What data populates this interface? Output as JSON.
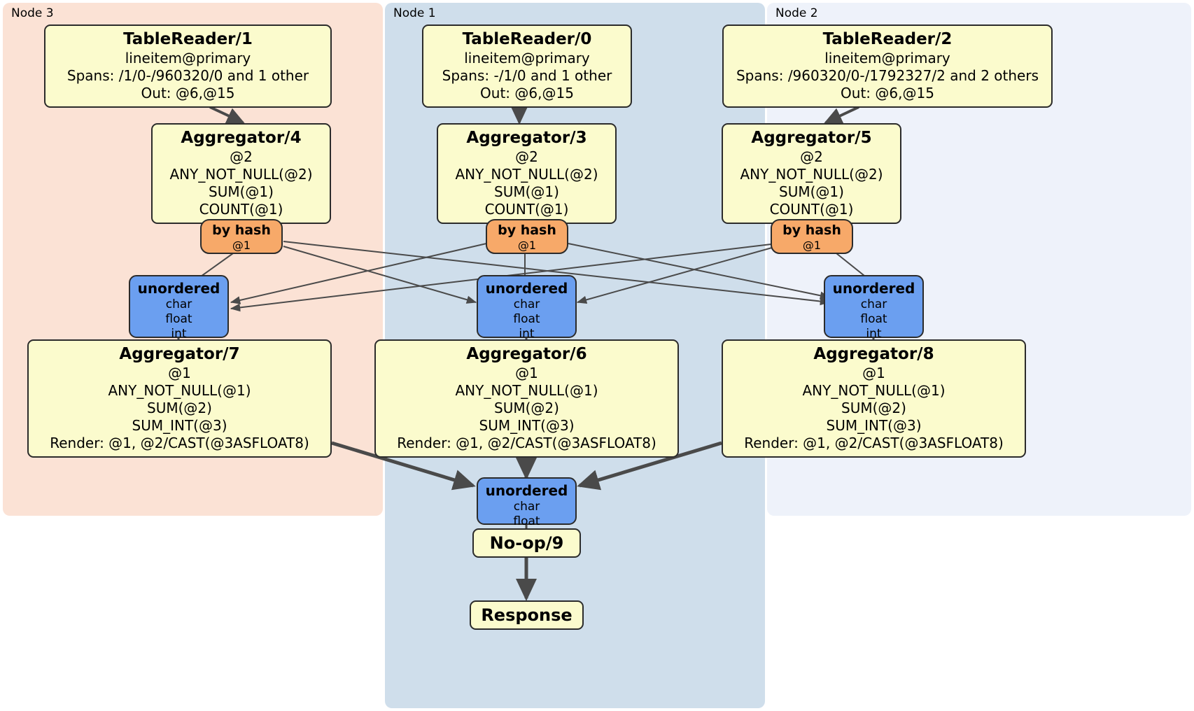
{
  "diagram": {
    "type": "distsql-flow",
    "colors": {
      "node3_panel": "#fbe2d5",
      "node1_panel": "#cfdeeb",
      "node2_panel": "#eef2fa",
      "processor_fill": "#fbfbcd",
      "router_fill": "#f7a969",
      "synchronizer_fill": "#6b9ff0",
      "stroke": "#2b2b2b",
      "edge": "#4a4a4a",
      "background": "#ffffff"
    }
  },
  "panels": [
    {
      "id": "node3",
      "label": "Node 3"
    },
    {
      "id": "node1",
      "label": "Node 1"
    },
    {
      "id": "node2",
      "label": "Node 2"
    }
  ],
  "processors": {
    "table_reader_1": {
      "title": "TableReader/1",
      "lines": [
        "lineitem@primary",
        "Spans: /1/0-/960320/0 and 1 other",
        "Out: @6,@15"
      ]
    },
    "table_reader_0": {
      "title": "TableReader/0",
      "lines": [
        "lineitem@primary",
        "Spans: -/1/0 and 1 other",
        "Out: @6,@15"
      ]
    },
    "table_reader_2": {
      "title": "TableReader/2",
      "lines": [
        "lineitem@primary",
        "Spans: /960320/0-/1792327/2 and 2 others",
        "Out: @6,@15"
      ]
    },
    "aggregator_4": {
      "title": "Aggregator/4",
      "lines": [
        "@2",
        "ANY_NOT_NULL(@2)",
        "SUM(@1)",
        "COUNT(@1)"
      ]
    },
    "aggregator_3": {
      "title": "Aggregator/3",
      "lines": [
        "@2",
        "ANY_NOT_NULL(@2)",
        "SUM(@1)",
        "COUNT(@1)"
      ]
    },
    "aggregator_5": {
      "title": "Aggregator/5",
      "lines": [
        "@2",
        "ANY_NOT_NULL(@2)",
        "SUM(@1)",
        "COUNT(@1)"
      ]
    },
    "aggregator_7": {
      "title": "Aggregator/7",
      "lines": [
        "@1",
        "ANY_NOT_NULL(@1)",
        "SUM(@2)",
        "SUM_INT(@3)",
        "Render: @1, @2/CAST(@3ASFLOAT8)"
      ]
    },
    "aggregator_6": {
      "title": "Aggregator/6",
      "lines": [
        "@1",
        "ANY_NOT_NULL(@1)",
        "SUM(@2)",
        "SUM_INT(@3)",
        "Render: @1, @2/CAST(@3ASFLOAT8)"
      ]
    },
    "aggregator_8": {
      "title": "Aggregator/8",
      "lines": [
        "@1",
        "ANY_NOT_NULL(@1)",
        "SUM(@2)",
        "SUM_INT(@3)",
        "Render: @1, @2/CAST(@3ASFLOAT8)"
      ]
    },
    "noop_9": {
      "title": "No-op/9",
      "lines": []
    },
    "response": {
      "title": "Response",
      "lines": []
    }
  },
  "routers": {
    "router_left": {
      "title": "by hash",
      "lines": [
        "@1"
      ]
    },
    "router_mid": {
      "title": "by hash",
      "lines": [
        "@1"
      ]
    },
    "router_right": {
      "title": "by hash",
      "lines": [
        "@1"
      ]
    }
  },
  "synchronizers": {
    "sync_left": {
      "title": "unordered",
      "lines": [
        "char",
        "float",
        "int"
      ]
    },
    "sync_mid": {
      "title": "unordered",
      "lines": [
        "char",
        "float",
        "int"
      ]
    },
    "sync_right": {
      "title": "unordered",
      "lines": [
        "char",
        "float",
        "int"
      ]
    },
    "sync_final": {
      "title": "unordered",
      "lines": [
        "char",
        "float"
      ]
    }
  }
}
